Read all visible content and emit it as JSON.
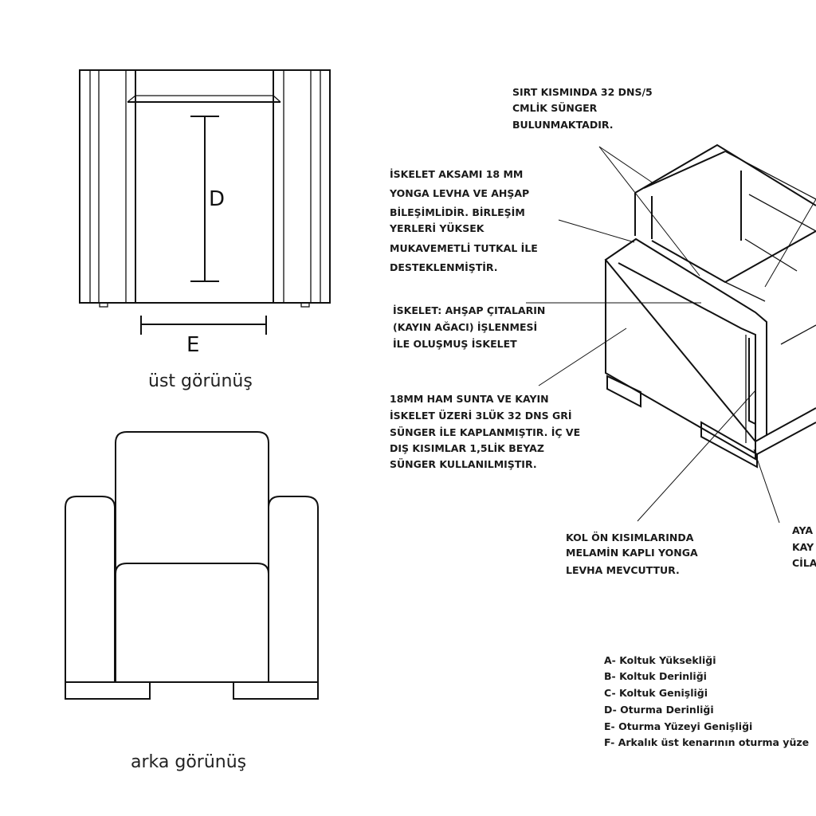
{
  "views": {
    "top": {
      "caption": "üst görünüş",
      "dim_depth": "D",
      "dim_width": "E"
    },
    "back": {
      "caption": "arka görünüş"
    }
  },
  "annotations": [
    {
      "id": "sponge",
      "lines": [
        "SIRT KISMINDA 32 DNS/5",
        "CMLİK SÜNGER",
        "BULUNMAKTADIR."
      ]
    },
    {
      "id": "frame",
      "lines": [
        "İSKELET AKSAMI 18 MM",
        "YONGA LEVHA VE AHŞAP",
        "BİLEŞİMLİDİR. BİRLEŞİM",
        "YERLERİ YÜKSEK",
        "MUKAVEMETLİ TUTKAL İLE",
        "DESTEKLENMİŞTİR."
      ]
    },
    {
      "id": "skeleton",
      "lines": [
        "İSKELET: AHŞAP ÇITALARIN",
        "(KAYIN AĞACI) İŞLENMESİ",
        "İLE OLUŞMUŞ İSKELET"
      ]
    },
    {
      "id": "chipboard",
      "lines": [
        "18MM HAM SUNTA VE KAYIN",
        "İSKELET ÜZERİ 3LÜK 32 DNS GRİ",
        "SÜNGER İLE KAPLANMIŞTIR. İÇ VE",
        "DIŞ KISIMLAR 1,5LİK BEYAZ",
        "SÜNGER KULLANILMIŞTIR."
      ]
    },
    {
      "id": "arm_front",
      "lines": [
        "KOL ÖN KISIMLARINDA",
        "MELAMİN KAPLI YONGA",
        "LEVHA MEVCUTTUR."
      ]
    },
    {
      "id": "legs",
      "lines": [
        "AYA",
        "KAY",
        "CİLA"
      ]
    }
  ],
  "legend": [
    "A- Koltuk Yüksekliği",
    "B- Koltuk Derinliği",
    "C- Koltuk Genişliği",
    "D- Oturma Derinliği",
    "E- Oturma Yüzeyi Genişliği",
    "F- Arkalık üst kenarının oturma yüze"
  ]
}
